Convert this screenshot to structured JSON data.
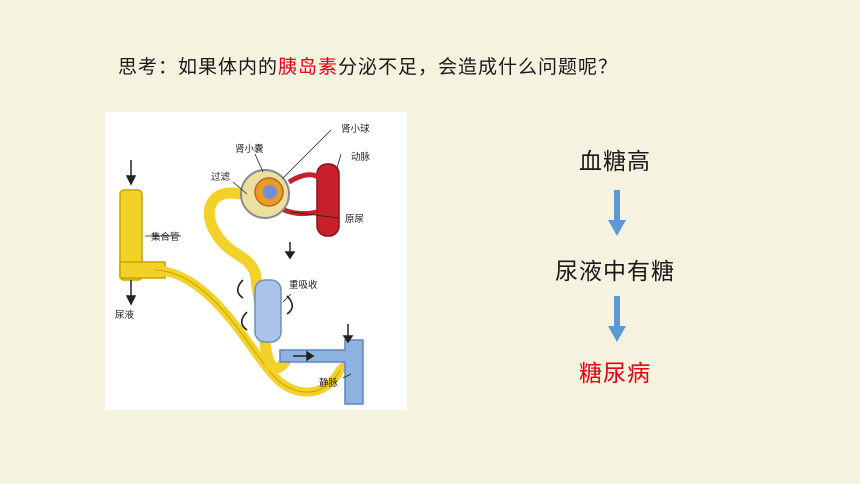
{
  "question": {
    "prefix": "思考：如果体内的",
    "highlight": "胰岛素",
    "suffix": "分泌不足，会造成什么问题呢？"
  },
  "diagram": {
    "labels": {
      "glomerulus": "肾小球",
      "capsule": "肾小囊",
      "artery": "动脉",
      "filtration": "过滤",
      "primary_urine": "原尿",
      "collecting_duct": "集合管",
      "reabsorption": "重吸收",
      "urine": "尿液",
      "vein": "静脉"
    }
  },
  "flow": {
    "step1": "血糖高",
    "step2": "尿液中有糖",
    "step3": "糖尿病"
  },
  "colors": {
    "highlight": "#e60012",
    "arrow": "#5b9bd5",
    "tubule": "#f2d129",
    "artery": "#c8202a",
    "vein": "#8fb3e0"
  }
}
